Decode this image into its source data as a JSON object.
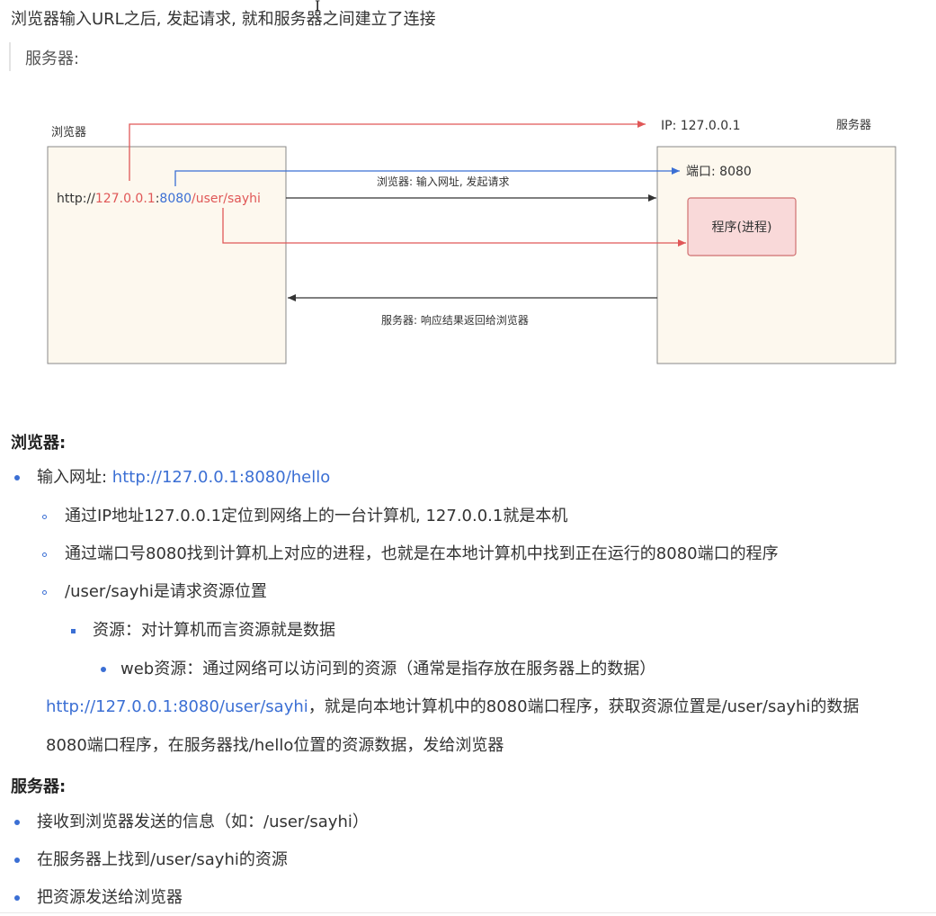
{
  "intro": "浏览器输入URL之后, 发起请求, 就和服务器之间建立了连接",
  "quote": "服务器:",
  "diagram": {
    "browser_label": "浏览器",
    "server_label": "服务器",
    "ip_label": "IP: 127.0.0.1",
    "port_label": "端口: 8080",
    "url_prefix": "http://",
    "url_ip": "127.0.0.1",
    "url_colon": ":",
    "url_port": "8080",
    "url_path": "/user/sayhi",
    "request_label": "浏览器: 输入网址, 发起请求",
    "program_label": "程序(进程)",
    "response_label": "服务器: 响应结果返回给浏览器",
    "colors": {
      "red": "#e05757",
      "blue": "#3b6fd4",
      "box_fill": "#fdf8ee",
      "program_fill": "#f9d9d9",
      "program_border": "#d07070"
    }
  },
  "browser_section": {
    "heading": "浏览器:",
    "item1_label": "输入网址: ",
    "item1_link": "http://127.0.0.1:8080/hello",
    "sub1": "通过IP地址127.0.0.1定位到网络上的一台计算机, 127.0.0.1就是本机",
    "sub2": "通过端口号8080找到计算机上对应的进程，也就是在本地计算机中找到正在运行的8080端口的程序",
    "sub3": "/user/sayhi是请求资源位置",
    "subsub1": "资源：对计算机而言资源就是数据",
    "subsubsub1": "web资源：通过网络可以访问到的资源（通常是指存放在服务器上的数据）",
    "para1_link": "http://127.0.0.1:8080/user/sayhi",
    "para1_text": "，就是向本地计算机中的8080端口程序，获取资源位置是/user/sayhi的数据",
    "para2": "8080端口程序，在服务器找/hello位置的资源数据，发给浏览器"
  },
  "server_section": {
    "heading": "服务器:",
    "items": [
      "接收到浏览器发送的信息（如：/user/sayhi）",
      "在服务器上找到/user/sayhi的资源",
      "把资源发送给浏览器"
    ]
  }
}
